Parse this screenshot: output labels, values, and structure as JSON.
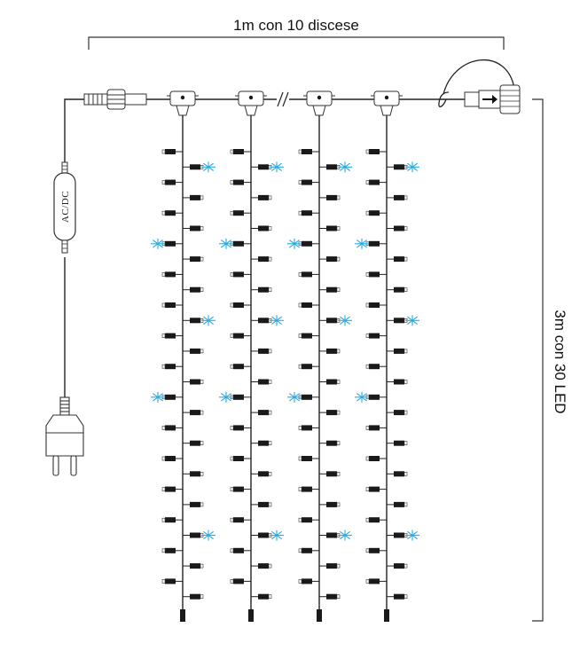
{
  "labels": {
    "width_dimension": "1m con 10 discese",
    "height_dimension": "3m con 30 LED",
    "adapter": "AC/DC"
  },
  "diagram": {
    "strand_count": 4,
    "leds_per_strand": 30,
    "colors": {
      "wire": "#222222",
      "led_body": "#1a1a1a",
      "sparkle": "#29abe2",
      "outline": "#333333"
    },
    "icons": [
      "plug-icon",
      "adapter-icon",
      "connector-icon",
      "t-junction-icon",
      "led-icon",
      "sparkle-icon",
      "end-cap-icon",
      "arrow-right-icon"
    ]
  }
}
